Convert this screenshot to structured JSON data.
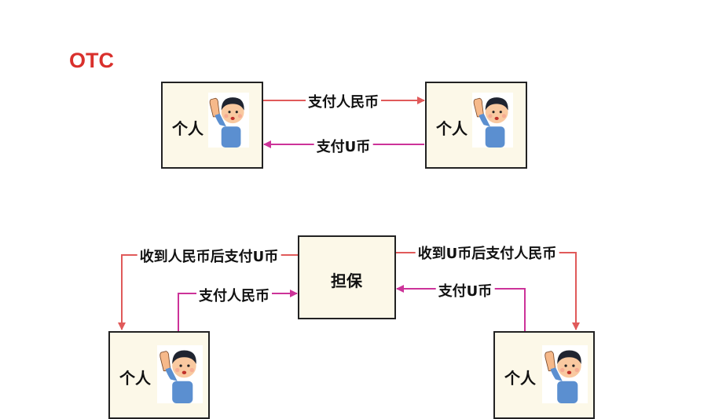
{
  "title": "OTC",
  "otc": {
    "left_node": "个人",
    "right_node": "个人",
    "top_edge": "支付人民币",
    "bottom_edge": "支付U币"
  },
  "escrow": {
    "center_node": "担保",
    "left_node": "个人",
    "right_node": "个人",
    "left_out_edge": "收到人民币后支付U币",
    "left_in_edge": "支付人民币",
    "right_out_edge": "收到U币后支付人民币",
    "right_in_edge": "支付U币"
  },
  "colors": {
    "title": "#d9302c",
    "red_arrow": "#e05a5a",
    "magenta_arrow": "#cc3399",
    "box_fill": "#fcf8e8"
  },
  "icons": [
    "person-waving-icon"
  ]
}
